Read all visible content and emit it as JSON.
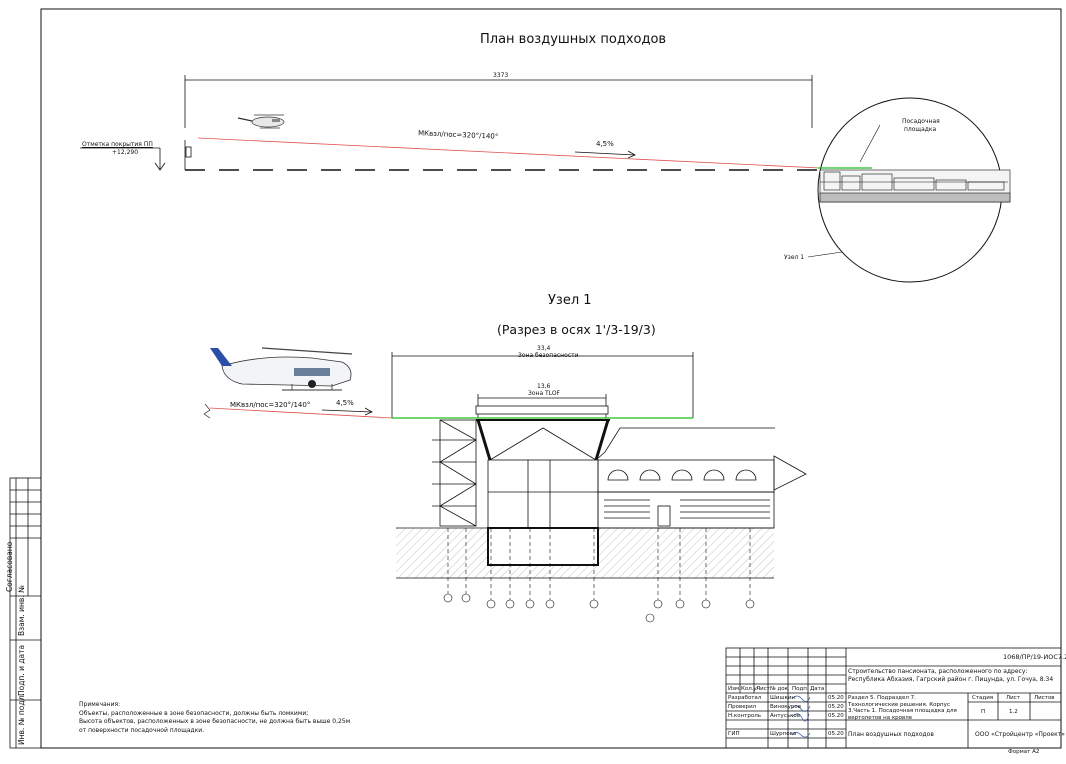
{
  "drawing": {
    "plan_title": "План воздушных подходов",
    "plan_dim": "3373",
    "plan_route": "МКвзл/пос=320°/140°",
    "plan_slope": "4,5%",
    "mark_label": "Отметка покрытия ПП",
    "mark_value": "+12,290",
    "plan_pad_label_1": "Посадочная",
    "plan_pad_label_2": "площадка",
    "node_callout": "Узел 1",
    "node_title": "Узел 1",
    "section_title": "(Разрез в осях 1'/3-19/3)",
    "zone_dim": "33,4",
    "zone_label": "Зона безопасности",
    "tlof_dim": "13,6",
    "tlof_label": "Зона TLOF",
    "section_route": "МКвзл/пос=320°/140°",
    "section_slope": "4,5%"
  },
  "notes": {
    "heading": "Примечания:",
    "line1": "Объекты, расположенные в зоне безопасности, должны быть ломкими;",
    "line2": "Высота объектов, расположенных в зоне безопасности, не должна быть выше 0,25м",
    "line3": "от поверхности посадочной площадки."
  },
  "sidebar": {
    "agreed": "Согласовано",
    "inv_replace": "Взам. инв. №",
    "sign_date": "Подп. и дата",
    "inv_orig": "Инв. № подл."
  },
  "title_block": {
    "code": "1068/ПР/19-ИОС7.2",
    "project": "Строительство пансионата, расположенного по адресу: Республика Абхазия, Гагрский район г. Пицунда, ул. Гочуа, 8.34",
    "section": "Раздел 5. Подраздел 7. Технологические решения. Корпус 3.Часть 1. Посадочная площадка для вертолетов на кровле",
    "sheet_title": "План воздушных подходов",
    "org": "ООО «Стройцентр «Проект»",
    "stage_h": "Стадия",
    "sheet_h": "Лист",
    "sheets_h": "Листов",
    "stage": "П",
    "sheet": "1.2",
    "format": "Формат А2",
    "hdr": [
      "Изм.",
      "Кол.уч",
      "Лист",
      "№ док",
      "Подп.",
      "Дата"
    ],
    "rows": [
      {
        "role": "Разработал",
        "name": "Шишкин",
        "date": "05.20"
      },
      {
        "role": "Проверил",
        "name": "Винокуров",
        "date": "05.20"
      },
      {
        "role": "Н.контроль",
        "name": "Антуськов",
        "date": "05.20"
      },
      {
        "role": "ГИП",
        "name": "Шурпова",
        "date": "05.20"
      }
    ]
  },
  "colors": {
    "approach_line": "#e05050",
    "tlof_line": "#1fbf1f",
    "ink": "#111111",
    "heli_accent": "#2b4ea8"
  }
}
